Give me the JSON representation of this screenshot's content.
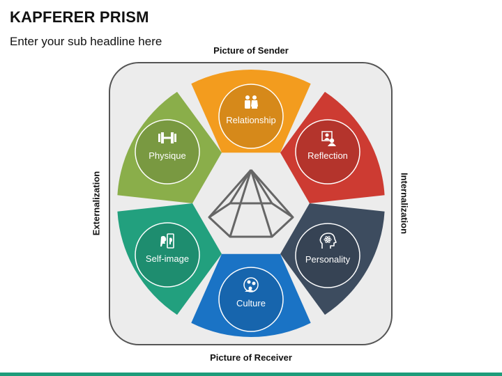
{
  "title": "KAPFERER PRISM",
  "subtitle": "Enter your sub headline here",
  "axes": {
    "top": "Picture of Sender",
    "bottom": "Picture of Receiver",
    "left": "Externalization",
    "right": "Internalization"
  },
  "segments": [
    {
      "key": "relationship",
      "label": "Relationship",
      "color": "#f39c1e",
      "icon": "people-icon"
    },
    {
      "key": "reflection",
      "label": "Reflection",
      "color": "#cd3b32",
      "icon": "portrait-icon"
    },
    {
      "key": "personality",
      "label": "Personality",
      "color": "#3d4c5f",
      "icon": "head-atom-icon"
    },
    {
      "key": "culture",
      "label": "Culture",
      "color": "#1a73c5",
      "icon": "globe-people-icon"
    },
    {
      "key": "self_image",
      "label": "Self-image",
      "color": "#22a07e",
      "icon": "mirror-icon"
    },
    {
      "key": "physique",
      "label": "Physique",
      "color": "#8aae4a",
      "icon": "dumbbell-icon"
    }
  ],
  "colors": {
    "frame_fill": "#ececec",
    "frame_stroke": "#555555",
    "pyramid_stroke": "#666666",
    "bottom_stripe": "#1d9c7a"
  }
}
